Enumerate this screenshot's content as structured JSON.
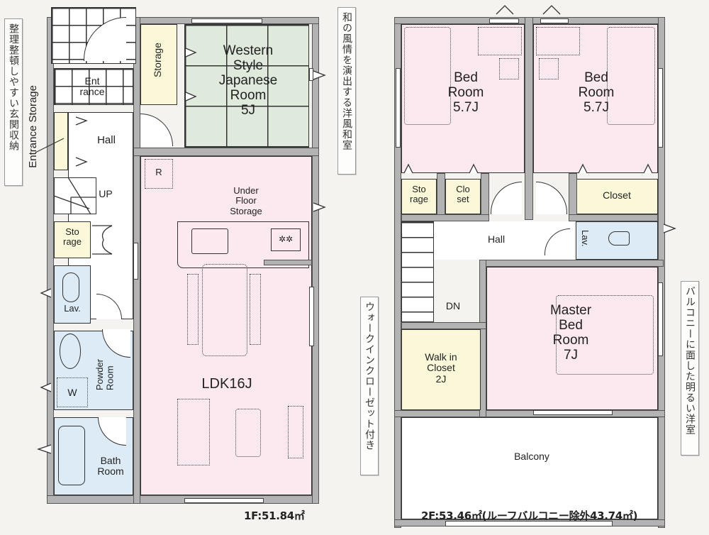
{
  "floor1": {
    "area_label": "1F:51.84㎡",
    "rooms": {
      "entrance": "Ent\nrance",
      "storage_top": "Storage",
      "western_japanese": "Western\nStyle\nJapanese\nRoom\n5J",
      "hall": "Hall",
      "up": "UP",
      "entrance_storage": "Entrance Storage",
      "storage_small": "Sto\nrage",
      "lavatory": "Lav.",
      "powder_room": "Powder\nRoom",
      "washer": "W",
      "bath_room": "Bath\nRoom",
      "ldk": "LDK16J",
      "under_floor_storage": "Under\nFloor\nStorage",
      "refrigerator": "R"
    },
    "callouts": {
      "entrance_storage_note": "整理整頓しやすい玄関収納",
      "japanese_room_note": "和の風情を演出する洋風和室"
    }
  },
  "floor2": {
    "area_label": "2F:53.46㎡(ルーフバルコニー除外43.74㎡)",
    "rooms": {
      "bed_room_1": "Bed\nRoom\n5.7J",
      "bed_room_2": "Bed\nRoom\n5.7J",
      "storage": "Sto\nrage",
      "closet_small": "Clo\nset",
      "closet": "Closet",
      "hall": "Hall",
      "lavatory": "Lav.",
      "down": "DN",
      "walk_in_closet": "Walk in\nCloset\n2J",
      "master_bed_room": "Master\nBed\nRoom\n7J",
      "balcony": "Balcony"
    },
    "callouts": {
      "walk_in_closet_note": "ウォークインクローゼット付き",
      "balcony_room_note": "バルコニーに面した明るい洋室"
    }
  }
}
